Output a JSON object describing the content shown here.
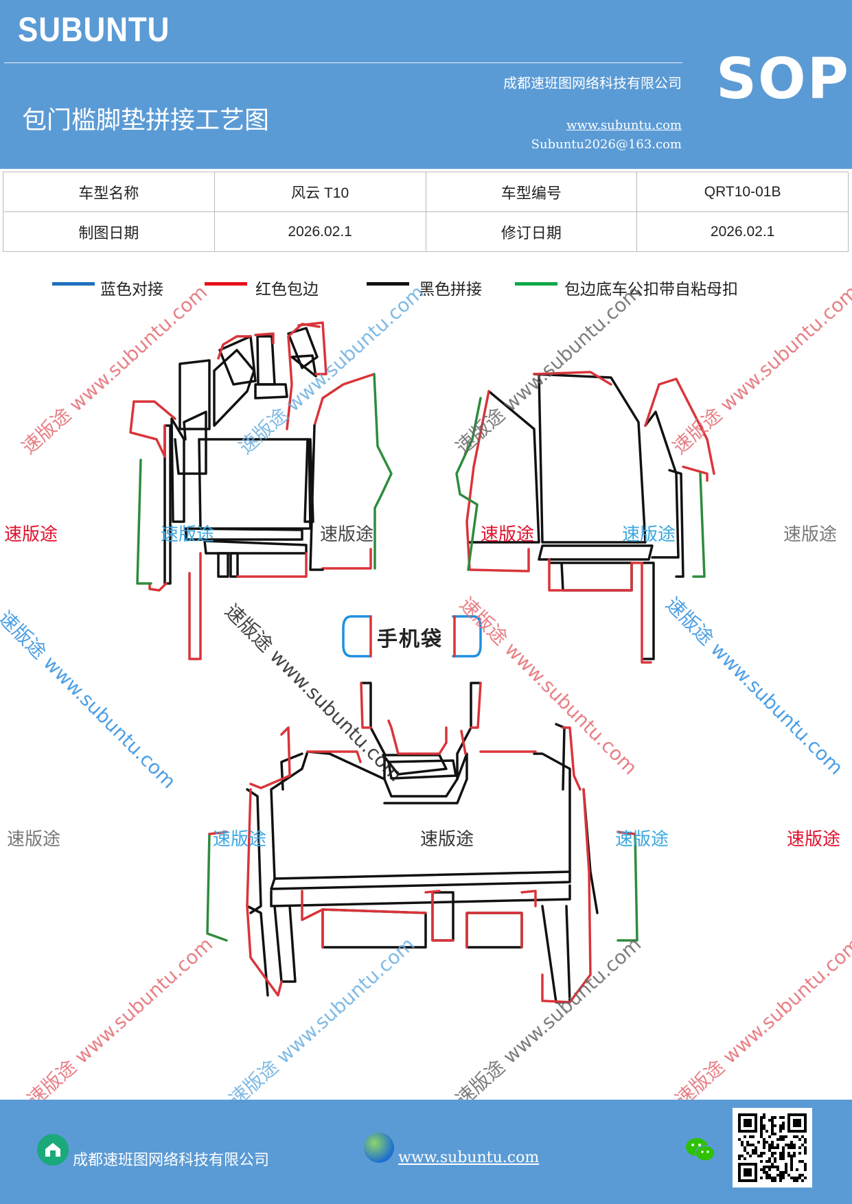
{
  "header": {
    "brand": "SUBUNTU",
    "title": "包门槛脚垫拼接工艺图",
    "company": "成都速班图网络科技有限公司",
    "website": "www.subuntu.com",
    "email": "Subuntu2026@163.com",
    "badge": "SOP"
  },
  "info_table": {
    "rows": [
      [
        "车型名称",
        "风云 T10",
        "车型编号",
        "QRT10-01B"
      ],
      [
        "制图日期",
        "2026.02.1",
        "修订日期",
        "2026.02.1"
      ]
    ]
  },
  "legend": [
    {
      "label": "蓝色对接",
      "color": "#1f6fbf"
    },
    {
      "label": "红色包边",
      "color": "#e8101a"
    },
    {
      "label": "黑色拼接",
      "color": "#111111"
    },
    {
      "label": "包边底车公扣带自粘母扣",
      "color": "#0ea84a"
    }
  ],
  "diagram": {
    "phone_pocket_label": "手机袋",
    "watermark_label": "速版途",
    "watermark_url": "www.subuntu.com"
  },
  "footer": {
    "company": "成都速班图网络科技有限公司",
    "website": "www.subuntu.com"
  },
  "colors": {
    "header_bg": "#5b9bd5",
    "red_edge": "#d9343a",
    "green_edge": "#2e8b3e",
    "blue_join": "#1f8fe0",
    "black_join": "#111111"
  },
  "icons": [
    "home-icon",
    "globe-icon",
    "wechat-icon",
    "qr-code"
  ]
}
